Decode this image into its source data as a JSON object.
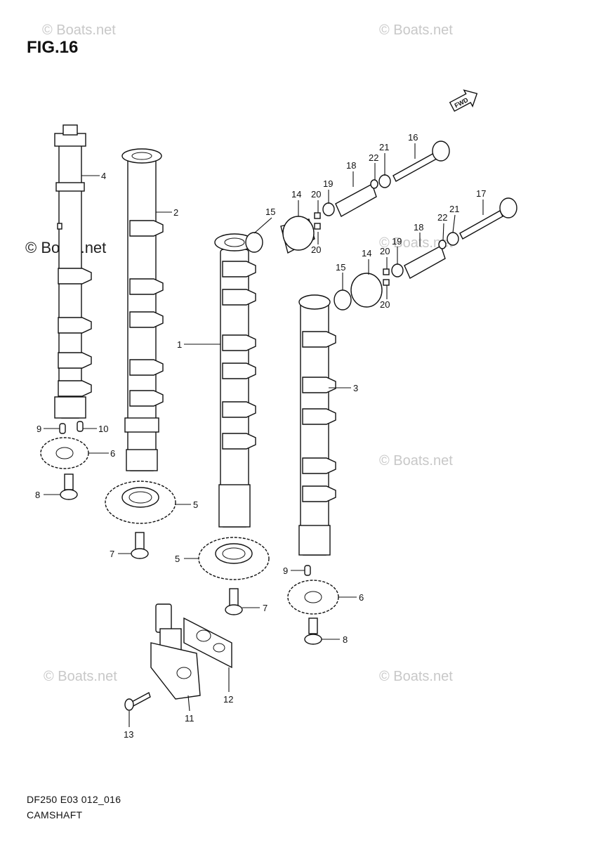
{
  "figure": {
    "title": "FIG.16",
    "drawing_code": "DF250 E03 012_016",
    "drawing_name": "CAMSHAFT",
    "fwd_label": "FWD"
  },
  "watermarks": [
    {
      "text": "© Boats.net"
    },
    {
      "text": "© Boats.net"
    },
    {
      "text": "© Boats.net"
    },
    {
      "text": "© Boats.net"
    },
    {
      "text": "© Boats.net"
    },
    {
      "text": "© Boats.net"
    },
    {
      "text": "© Boats.net"
    }
  ],
  "callouts": [
    "4",
    "2",
    "1",
    "3",
    "9",
    "10",
    "6",
    "8",
    "5",
    "7",
    "5",
    "7",
    "9",
    "6",
    "8",
    "11",
    "12",
    "13",
    "14",
    "15",
    "16",
    "17",
    "18",
    "19",
    "20",
    "20",
    "21",
    "22",
    "14",
    "15",
    "18",
    "19",
    "20",
    "20",
    "21",
    "22"
  ]
}
